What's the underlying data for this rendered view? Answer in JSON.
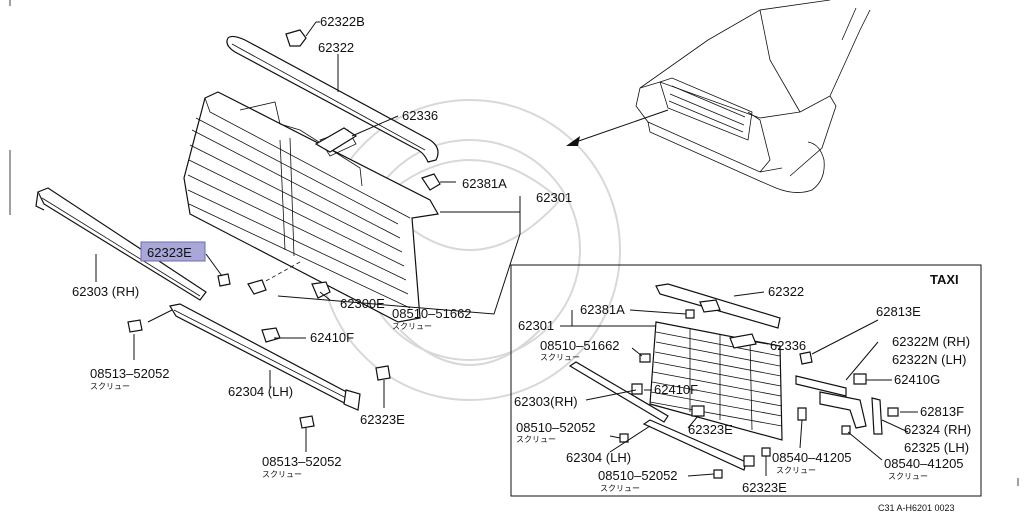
{
  "labels": {
    "p62322b": "62322B",
    "p62322": "62322",
    "p62336": "62336",
    "p62381a": "62381A",
    "p62301": "62301",
    "p62323e_hl": "62323E",
    "p62303": "62303 (RH)",
    "p62300e": "62300E",
    "p08510_51662": "08510–51662",
    "p08510_51662_jp": "スクリュー",
    "p62410f": "62410F",
    "p08513_52052a": "08513–52052",
    "p08513_52052a_jp": "スクリュー",
    "p62304": "62304 (LH)",
    "p62323e_b": "62323E",
    "p08513_52052b": "08513–52052",
    "p08513_52052b_jp": "スクリュー"
  },
  "inset": {
    "title": "TAXI",
    "p62322": "62322",
    "p62381a": "62381A",
    "p62301": "62301",
    "p08510_51662": "08510–51662",
    "p08510_51662_jp": "スクリュー",
    "p62336": "62336",
    "p62813e": "62813E",
    "p62322m": "62322M (RH)",
    "p62322n": "62322N (LH)",
    "p62410f": "62410F",
    "p62410g": "62410G",
    "p62303": "62303(RH)",
    "p62813f": "62813F",
    "p08510_52052": "08510–52052",
    "p08510_52052_jp": "スクリュー",
    "p62323e_a": "62323E",
    "p62324": "62324 (RH)",
    "p62325": "62325 (LH)",
    "p62304": "62304 (LH)",
    "p08540_41205a": "08540–41205",
    "p08540_41205a_jp": "スクリュー",
    "p08540_41205b": "08540–41205",
    "p08540_41205b_jp": "スクリュー",
    "p08510_52052b": "08510–52052",
    "p08510_52052b_jp": "スクリュー",
    "p62323e_b": "62323E"
  },
  "footer": {
    "code": "C31 A-H6201 0023"
  },
  "colors": {
    "highlight_fill": "#a9a6d8",
    "highlight_stroke": "#6e6ab0"
  }
}
